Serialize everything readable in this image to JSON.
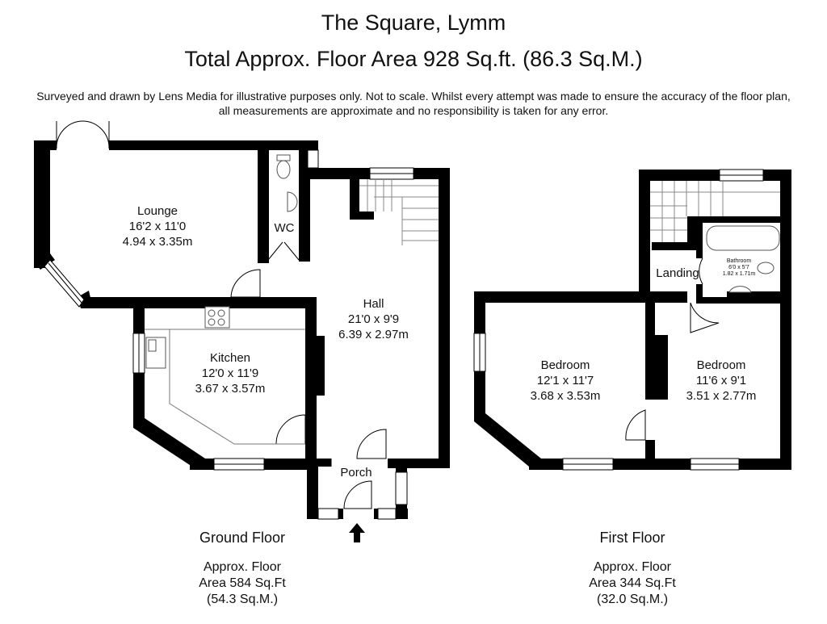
{
  "header": {
    "title": "The Square, Lymm",
    "total_area": "Total Approx. Floor Area 928 Sq.ft. (86.3 Sq.M.)",
    "disclaimer_line1": "Surveyed and drawn by Lens Media for illustrative purposes only. Not to scale. Whilst every attempt was made to ensure the accuracy of the floor plan,",
    "disclaimer_line2": "all measurements are approximate and no responsibility is taken for any error."
  },
  "ground_floor": {
    "caption": "Ground Floor",
    "area_line1": "Approx. Floor",
    "area_line2": "Area 584 Sq.Ft",
    "area_line3": "(54.3 Sq.M.)",
    "rooms": {
      "lounge": {
        "name": "Lounge",
        "imperial": "16'2 x 11'0",
        "metric": "4.94 x 3.35m"
      },
      "wc": {
        "name": "WC"
      },
      "hall": {
        "name": "Hall",
        "imperial": "21'0 x 9'9",
        "metric": "6.39 x 2.97m"
      },
      "kitchen": {
        "name": "Kitchen",
        "imperial": "12'0 x 11'9",
        "metric": "3.67 x 3.57m"
      },
      "porch": {
        "name": "Porch"
      }
    }
  },
  "first_floor": {
    "caption": "First Floor",
    "area_line1": "Approx. Floor",
    "area_line2": "Area 344 Sq.Ft",
    "area_line3": "(32.0 Sq.M.)",
    "rooms": {
      "landing": {
        "name": "Landing"
      },
      "bathroom": {
        "name": "Bathroom",
        "imperial": "6'0 x 5'7",
        "metric": "1.82 x 1.71m"
      },
      "bedroom1": {
        "name": "Bedroom",
        "imperial": "12'1 x 11'7",
        "metric": "3.68 x 3.53m"
      },
      "bedroom2": {
        "name": "Bedroom",
        "imperial": "11'6 x 9'1",
        "metric": "3.51 x 2.77m"
      }
    }
  },
  "colors": {
    "wall": "#000000",
    "background": "#ffffff",
    "fixture": "#888888"
  }
}
